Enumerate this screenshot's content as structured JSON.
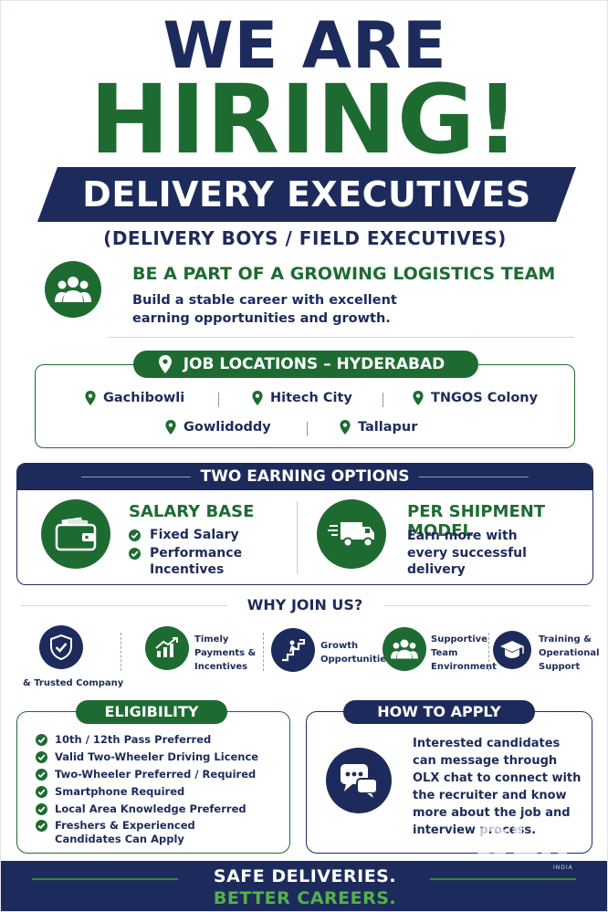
{
  "headline": {
    "line1": "WE ARE",
    "line2": "HIRING!",
    "ribbon": "DELIVERY EXECUTIVES",
    "subtitle": "(DELIVERY BOYS / FIELD EXECUTIVES)"
  },
  "pitch": {
    "title": "BE A PART OF A GROWING LOGISTICS TEAM",
    "text": "Build a stable career with excellent earning opportunities and growth.",
    "icon": "team-icon"
  },
  "locations": {
    "title": "JOB LOCATIONS – HYDERABAD",
    "items": [
      "Gachibowli",
      "Hitech City",
      "TNGOS Colony",
      "Gowlidoddy",
      "Tallapur"
    ]
  },
  "earning": {
    "title": "TWO EARNING OPTIONS",
    "salary": {
      "title": "SALARY BASE",
      "points": [
        "Fixed Salary",
        "Performance",
        "Incentives"
      ]
    },
    "shipment": {
      "title": "PER SHIPMENT MODEL",
      "lines": [
        "Earn more with",
        "every successful",
        "delivery"
      ]
    }
  },
  "why": {
    "title": "WHY JOIN US?",
    "items": [
      {
        "lines": [
          "& Trusted Company"
        ]
      },
      {
        "lines": [
          "Timely",
          "Payments &",
          "Incentives"
        ]
      },
      {
        "lines": [
          "Growth",
          "Opportunities"
        ]
      },
      {
        "lines": [
          "Supportive",
          "Team",
          "Environment"
        ]
      },
      {
        "lines": [
          "Training &",
          "Operational",
          "Support"
        ]
      }
    ]
  },
  "eligibility": {
    "title": "ELIGIBILITY",
    "items": [
      "10th / 12th Pass Preferred",
      "Valid Two-Wheeler Driving Licence",
      "Two-Wheeler Preferred / Required",
      "Smartphone Required",
      "Local Area Knowledge Preferred",
      "Freshers & Experienced Candidates Can Apply"
    ]
  },
  "apply": {
    "title": "HOW TO APPLY",
    "text": "Interested candidates can message through OLX chat to connect with the recruiter and know more about the job and interview process."
  },
  "footer": {
    "line1": "SAFE DELIVERIES.",
    "line2": "BETTER CAREERS."
  },
  "watermark": {
    "logo": "OLX",
    "region": "INDIA"
  },
  "colors": {
    "navy": "#1d2b5c",
    "green": "#1e6b31",
    "light_green": "#55b14a"
  }
}
